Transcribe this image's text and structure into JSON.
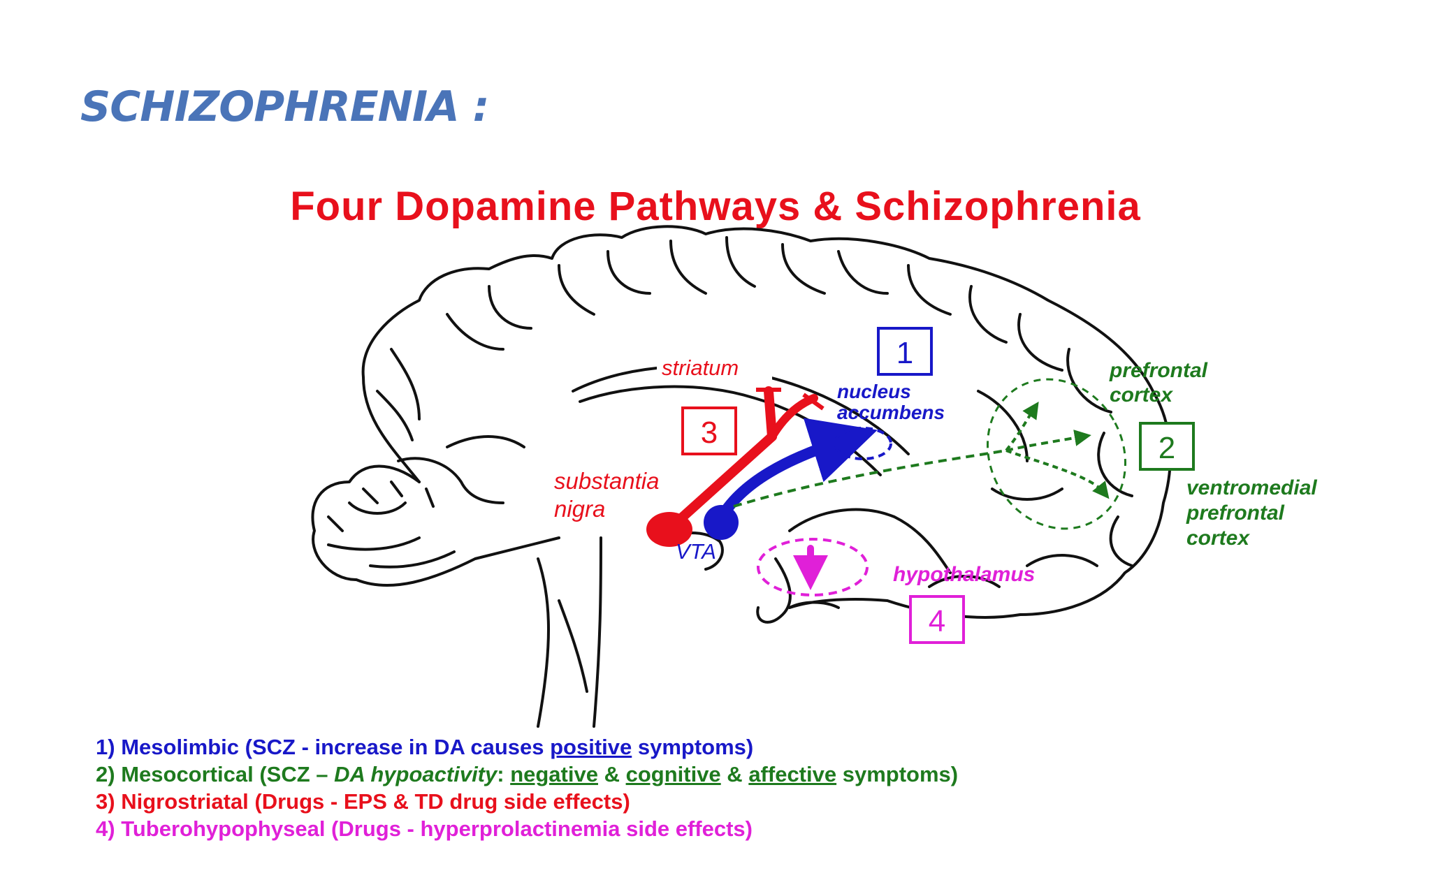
{
  "slide": {
    "title": "SCHIZOPHRENIA :"
  },
  "figure": {
    "title": "Four Dopamine Pathways & Schizophrenia",
    "labels": {
      "striatum": "striatum",
      "nucleus": "nucleus",
      "accumbens": "accumbens",
      "substantia": "substantia",
      "nigra": "nigra",
      "vta": "VTA",
      "prefrontal": "prefrontal",
      "cortex": "cortex",
      "ventromedial": "ventromedial",
      "prefrontal2": "prefrontal",
      "cortex2": "cortex",
      "hypothalamus": "hypothalamus"
    },
    "boxes": {
      "b1": "1",
      "b2": "2",
      "b3": "3",
      "b4": "4"
    },
    "colors": {
      "blue": "#1818c8",
      "green": "#1e7a1e",
      "red": "#e8101c",
      "magenta": "#e020d8",
      "title_blue": "#4a74b8"
    }
  },
  "legend": {
    "r1": {
      "num": "1)",
      "name": "Mesolimbic (SCZ - increase in DA causes ",
      "u1": "positive",
      "tail": " symptoms)"
    },
    "r2": {
      "num": "2)",
      "name": "Mesocortical (SCZ – ",
      "it": "DA hypoactivity",
      "colon": ": ",
      "u1": "negative",
      "amp1": " & ",
      "u2": "cognitive",
      "amp2": " & ",
      "u3": "affective",
      "tail": " symptoms)"
    },
    "r3": {
      "num": "3)",
      "text": "Nigrostriatal (Drugs - EPS & TD drug side effects)"
    },
    "r4": {
      "num": "4)",
      "text": "Tuberohypophyseal (Drugs - hyperprolactinemia side effects)"
    }
  }
}
